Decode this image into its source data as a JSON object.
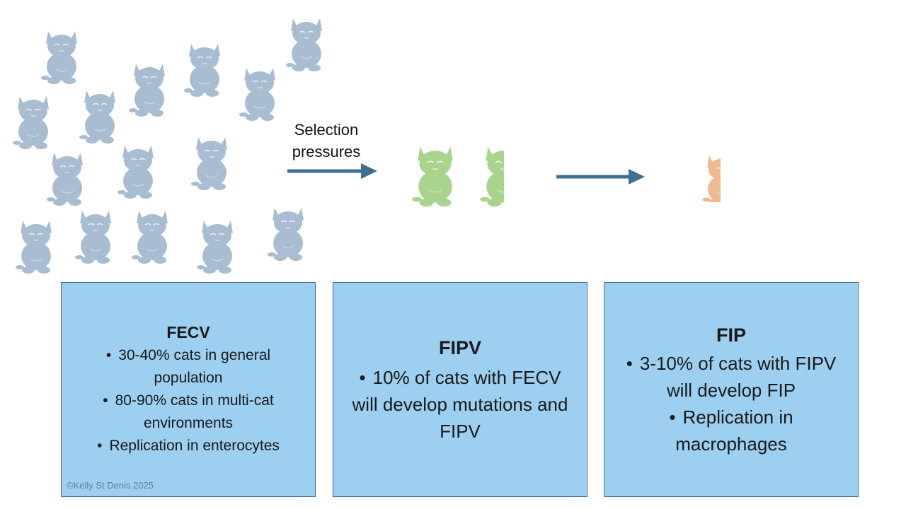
{
  "arrow_label": {
    "line1": "Selection",
    "line2": "pressures"
  },
  "colors": {
    "fecv_cat": "#a9bdd2",
    "fipv_cat": "#a8d48e",
    "fip_cat": "#f0b98f",
    "arrow": "#3f6f93",
    "box_fill": "#9ccff0",
    "box_border": "#3f6f93"
  },
  "boxes": {
    "fecv": {
      "title": "FECV",
      "bullets": [
        "30-40% cats in general population",
        "80-90% cats in multi-cat environments",
        "Replication in enterocytes"
      ]
    },
    "fipv": {
      "title": "FIPV",
      "bullets": [
        "10% of cats with FECV will develop mutations and FIPV"
      ]
    },
    "fip": {
      "title": "FIP",
      "bullets": [
        "3-10% of cats with FIPV will develop FIP",
        "Replication in macrophages"
      ]
    }
  },
  "credit": "©Kelly St Denis 2025"
}
